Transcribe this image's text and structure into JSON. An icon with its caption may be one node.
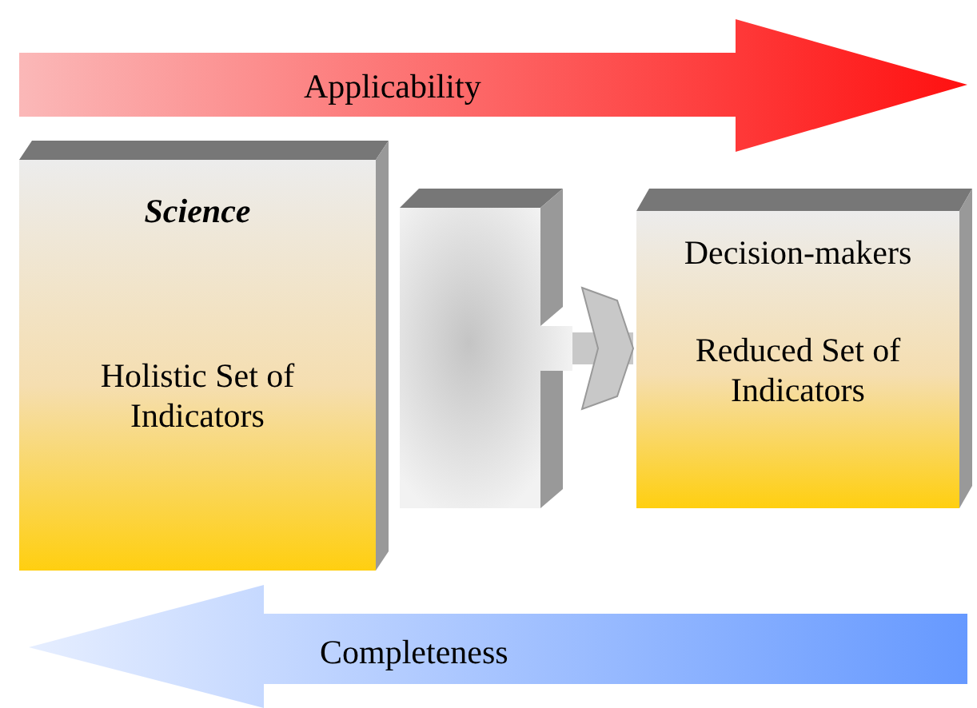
{
  "diagram": {
    "nodes": [
      {
        "text": [
          "Science",
          "Holistic Set of Indicators"
        ]
      },
      {
        "text": [],
        "shape": "box"
      },
      {
        "text": [
          "Decision-makers",
          "Reduced Set of Indicators"
        ]
      }
    ],
    "edges": [
      {
        "from": 1,
        "to": 2,
        "arrow": "to"
      }
    ],
    "labels": [
      "Applicability",
      "Completeness"
    ]
  }
}
